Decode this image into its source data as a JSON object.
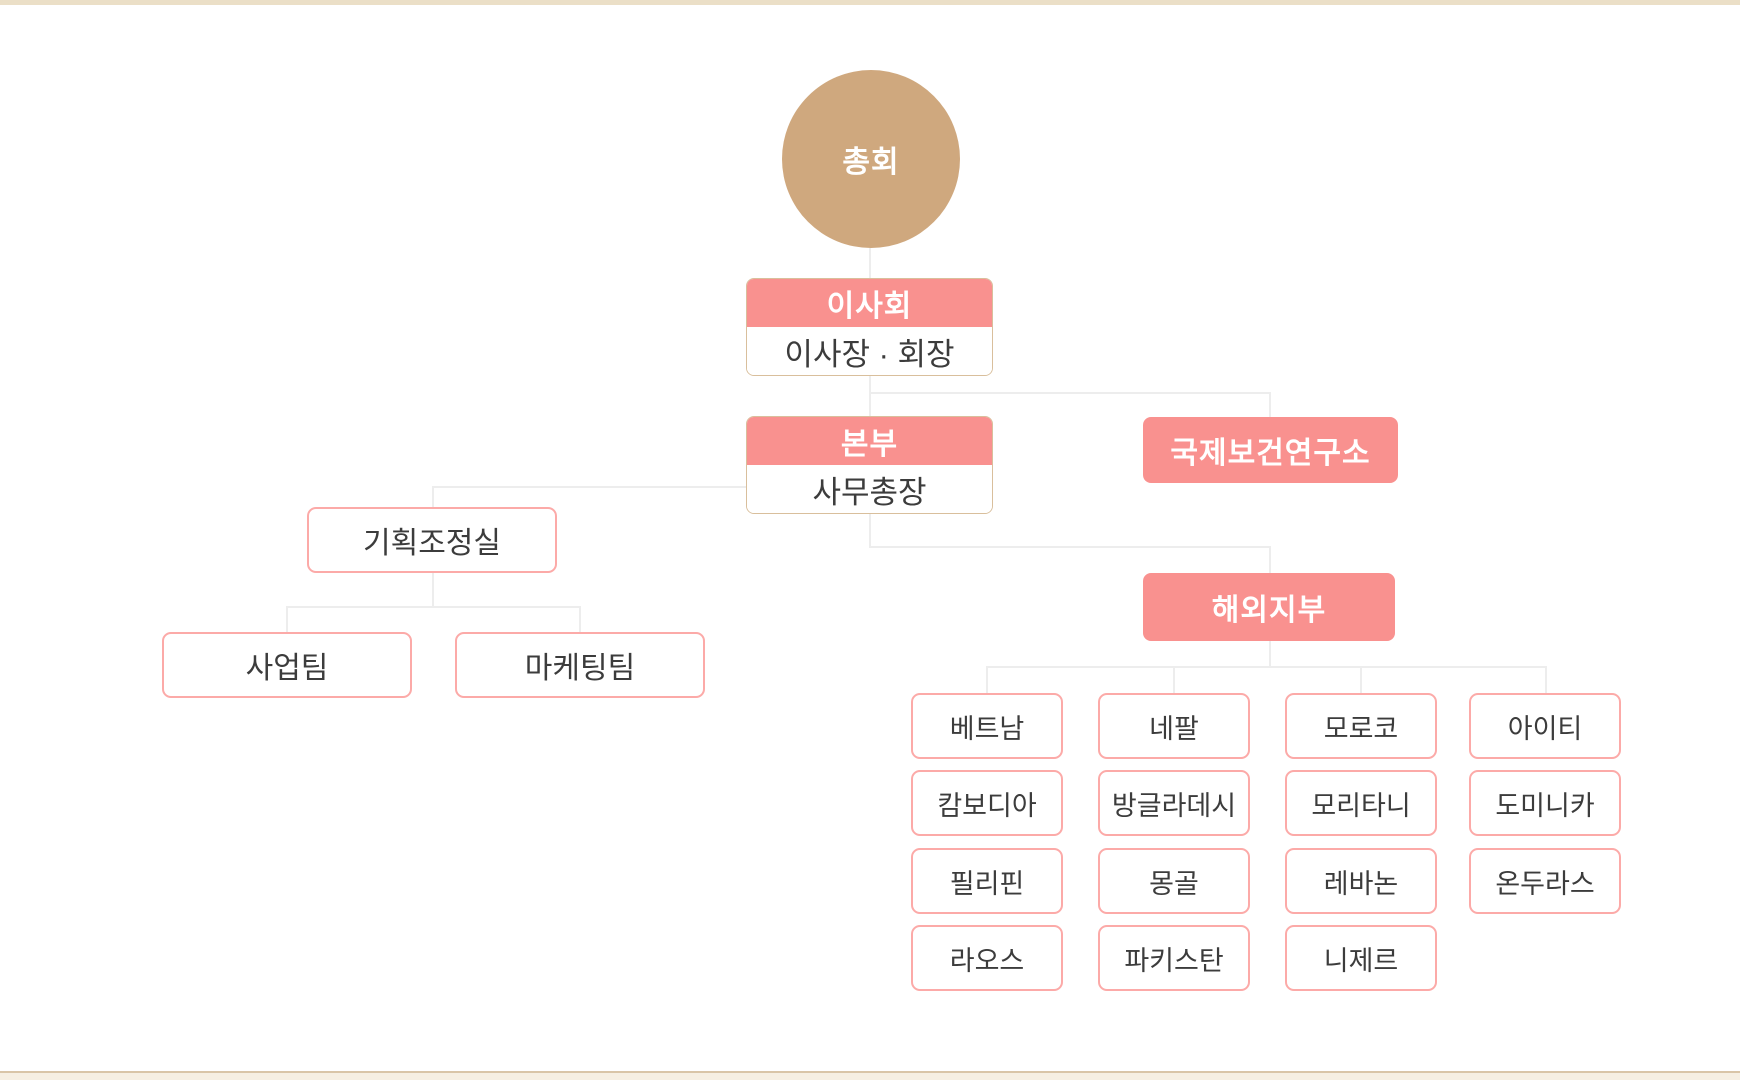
{
  "theme": {
    "accent_pink": "#f9918f",
    "leaf_border_pink": "#fcaaa8",
    "circle_tan": "#cfa87e",
    "duo_border_tan": "#d9bf9c",
    "connector_gray": "#ededed",
    "text_dark": "#3c3c3c",
    "text_on_accent": "#ffffff",
    "frame_top_strip": "#ebdfc7",
    "frame_bottom_line": "#d9c5a7",
    "frame_bottom_strip": "#f6efe2"
  },
  "org": {
    "root": {
      "label": "총회"
    },
    "board": {
      "header": "이사회",
      "sub": "이사장 · 회장"
    },
    "hq": {
      "header": "본부",
      "sub": "사무총장"
    },
    "institute": {
      "label": "국제보건연구소"
    },
    "planning": {
      "label": "기획조정실"
    },
    "business_team": {
      "label": "사업팀"
    },
    "marketing_team": {
      "label": "마케팅팀"
    },
    "overseas": {
      "header": "해외지부",
      "countries": [
        "베트남",
        "캄보디아",
        "필리핀",
        "라오스",
        "네팔",
        "방글라데시",
        "몽골",
        "파키스탄",
        "모로코",
        "모리타니",
        "레바논",
        "니제르",
        "아이티",
        "도미니카",
        "온두라스"
      ]
    }
  }
}
